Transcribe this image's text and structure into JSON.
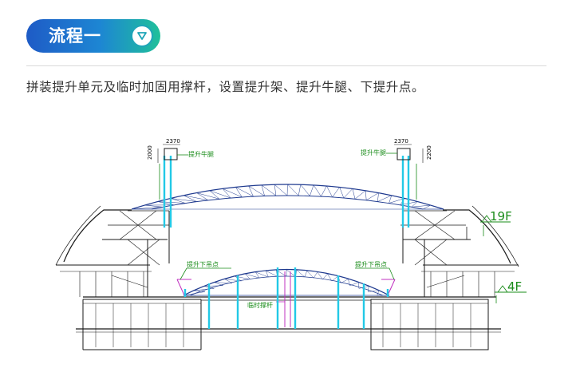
{
  "header": {
    "step_title": "流程一",
    "toggle_icon": "chevron-down-icon"
  },
  "description": "拼装提升单元及临时加固用撑杆，设置提升架、提升牛腿、下提升点。",
  "drawing": {
    "dim_width_left": "2370",
    "dim_height_left": "2000",
    "dim_width_right": "2370",
    "dim_height_right": "2200",
    "label_upper_bracket_left": "提升牛腿",
    "label_upper_bracket_right": "提升牛腿",
    "label_lower_point_left": "提升下吊点",
    "label_lower_point_right": "提升下吊点",
    "label_temp_rod": "临时撑杆",
    "level_19f": "19F",
    "level_4f": "4F",
    "colors": {
      "structure": "#1a1a1a",
      "roof_mesh": "#1f3a8f",
      "lift_cables": "#22c9e6",
      "annotation": "#1a8c1a",
      "dome_braces": "#c030c0"
    }
  }
}
